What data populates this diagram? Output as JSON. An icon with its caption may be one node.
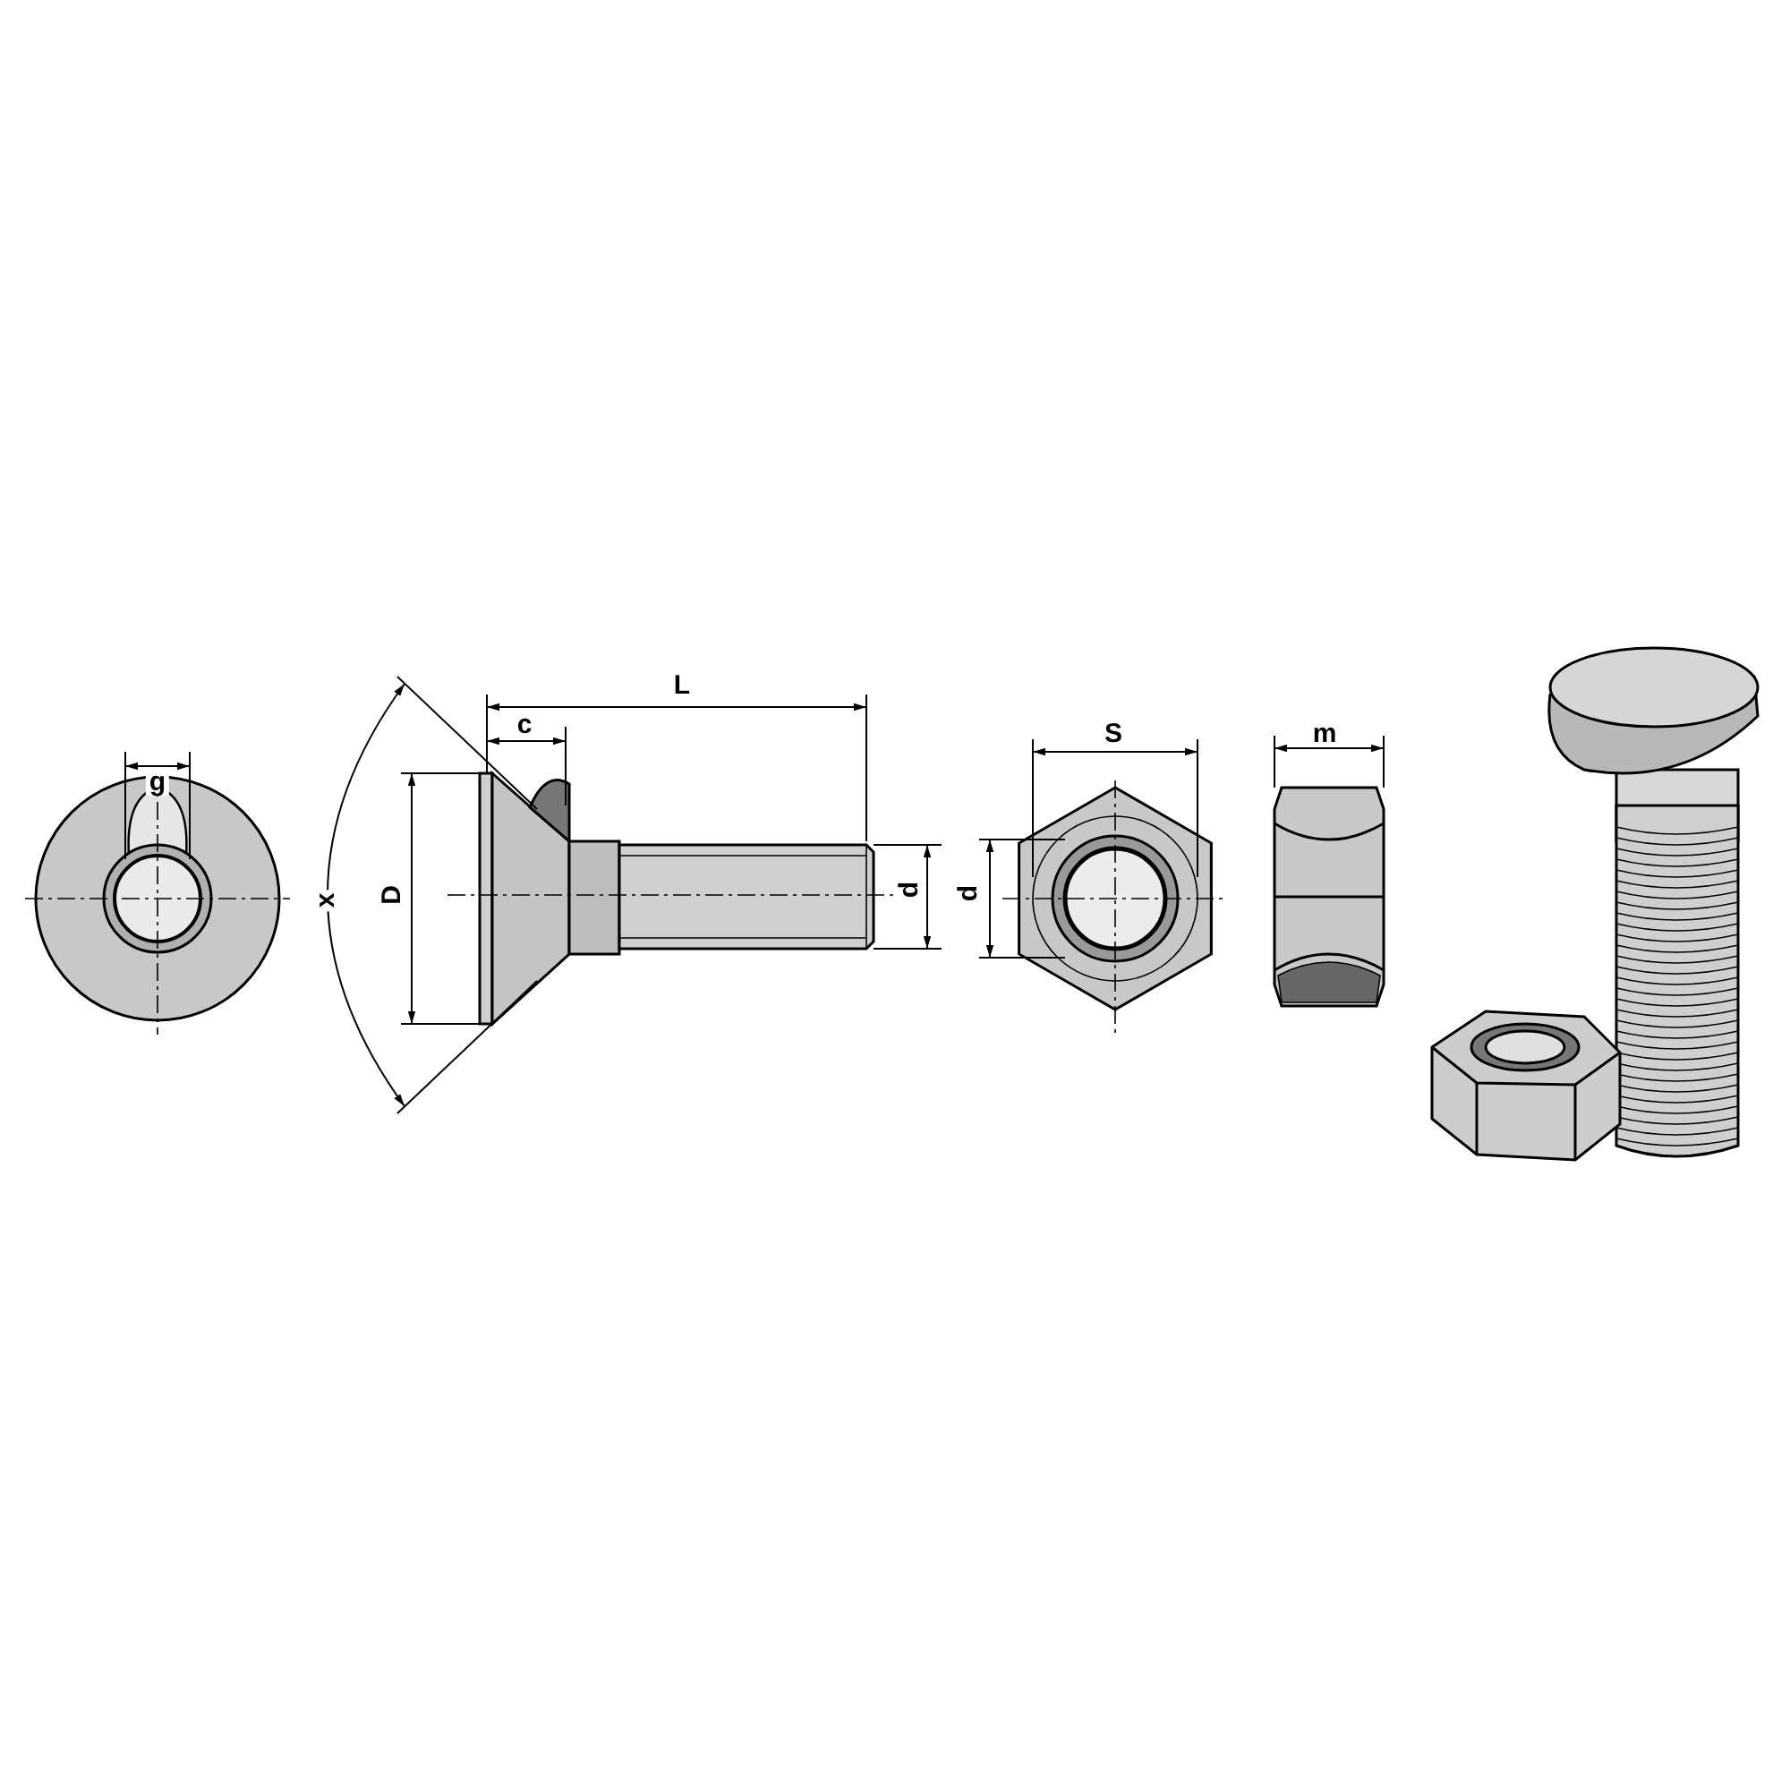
{
  "diagram": {
    "labels": [
      "g",
      "x",
      "D",
      "c",
      "L",
      "d",
      "d",
      "S",
      "m"
    ]
  }
}
